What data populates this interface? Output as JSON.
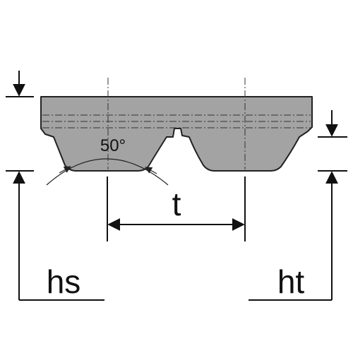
{
  "labels": {
    "angle": "50°",
    "pitch": "t",
    "total_height": "hs",
    "tooth_height": "ht"
  },
  "colors": {
    "belt_fill": "#a3a3a3",
    "outline": "#222222",
    "dim_line": "#111111",
    "background": "#ffffff"
  }
}
